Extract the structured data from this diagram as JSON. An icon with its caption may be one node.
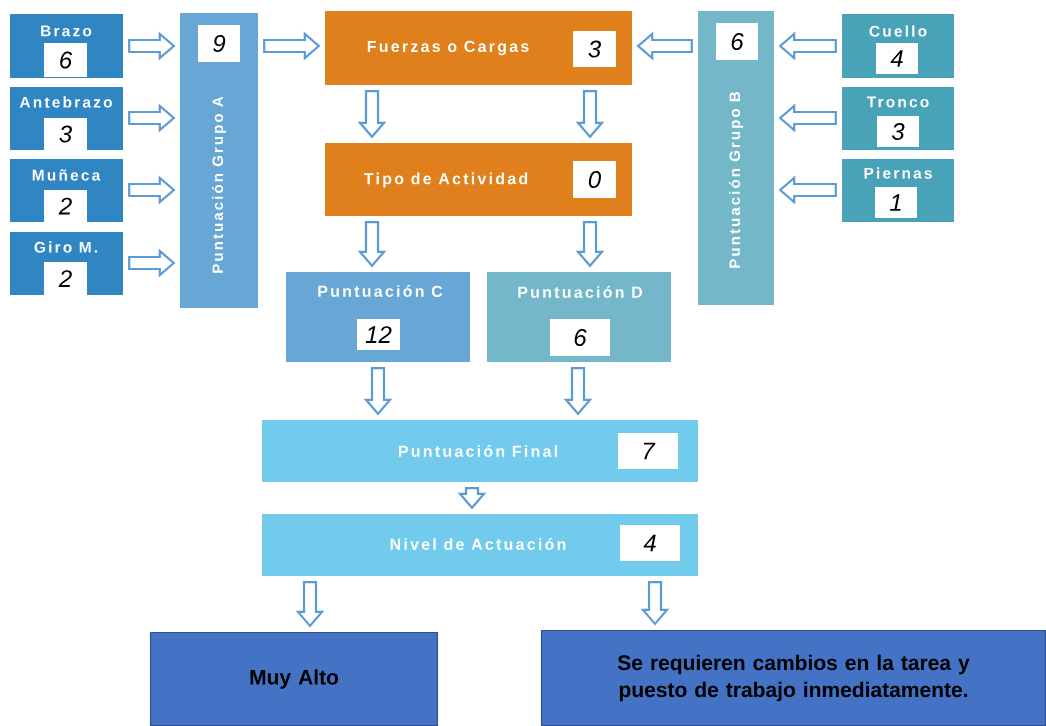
{
  "diagram": {
    "nodes": [
      {
        "text": [
          "Brazo"
        ]
      },
      {
        "text": [
          "6"
        ],
        "in": 0
      },
      {
        "text": [
          "Antebrazo"
        ]
      },
      {
        "text": [
          "3"
        ],
        "in": 2
      },
      {
        "text": [
          "Muñeca"
        ]
      },
      {
        "text": [
          "2"
        ],
        "in": 4
      },
      {
        "text": [
          "Giro M."
        ]
      },
      {
        "text": [
          "2"
        ],
        "in": 6
      },
      {
        "text": [
          "Puntuación Grupo A"
        ]
      },
      {
        "text": [
          "9"
        ],
        "in": 8
      },
      {
        "text": [
          "Fuerzas o Cargas"
        ]
      },
      {
        "text": [
          "3"
        ],
        "in": 10
      },
      {
        "text": [
          "Puntuación Grupo B"
        ]
      },
      {
        "text": [
          "6"
        ],
        "in": 12
      },
      {
        "text": [
          "Cuello"
        ]
      },
      {
        "text": [
          "4"
        ],
        "in": 14
      },
      {
        "text": [
          "Tronco"
        ]
      },
      {
        "text": [
          "3"
        ],
        "in": 16
      },
      {
        "text": [
          "Piernas"
        ]
      },
      {
        "text": [
          "1"
        ],
        "in": 18
      },
      {
        "text": [
          "Tipo de Actividad"
        ]
      },
      {
        "text": [
          "0"
        ],
        "in": 20
      },
      {
        "text": [
          "Puntuación C"
        ]
      },
      {
        "text": [
          "12"
        ],
        "in": 22
      },
      {
        "text": [
          "Puntuación D"
        ]
      },
      {
        "text": [
          "6"
        ],
        "in": 24
      },
      {
        "text": [
          "Puntuación Final"
        ]
      },
      {
        "text": [
          "7"
        ],
        "in": 26
      },
      {
        "text": [
          "Nivel de Actuación"
        ]
      },
      {
        "text": [
          "4"
        ],
        "in": 28
      },
      {
        "text": [
          "Muy Alto"
        ]
      },
      {
        "text": [
          "Se requieren cambios en la tarea y puesto de trabajo inmediatamente."
        ]
      }
    ],
    "edges": [
      {
        "from": 0,
        "to": 8,
        "arrow": "to"
      },
      {
        "from": 2,
        "to": 8,
        "arrow": "to"
      },
      {
        "from": 4,
        "to": 8,
        "arrow": "to"
      },
      {
        "from": 6,
        "to": 8,
        "arrow": "to"
      },
      {
        "from": 8,
        "to": 10,
        "arrow": "to"
      },
      {
        "from": 14,
        "to": 12,
        "arrow": "to"
      },
      {
        "from": 16,
        "to": 12,
        "arrow": "to"
      },
      {
        "from": 18,
        "to": 12,
        "arrow": "to"
      },
      {
        "from": 12,
        "to": 10,
        "arrow": "to"
      },
      {
        "from": 10,
        "to": 20,
        "arrow": "to"
      },
      {
        "from": 10,
        "to": 20,
        "arrow": "to"
      },
      {
        "from": 20,
        "to": 22,
        "arrow": "to"
      },
      {
        "from": 20,
        "to": 24,
        "arrow": "to"
      },
      {
        "from": 22,
        "to": 26,
        "arrow": "to"
      },
      {
        "from": 24,
        "to": 26,
        "arrow": "to"
      },
      {
        "from": 26,
        "to": 28,
        "arrow": "to"
      },
      {
        "from": 28,
        "to": 30,
        "arrow": "to"
      },
      {
        "from": 28,
        "to": 31,
        "arrow": "to"
      }
    ]
  }
}
